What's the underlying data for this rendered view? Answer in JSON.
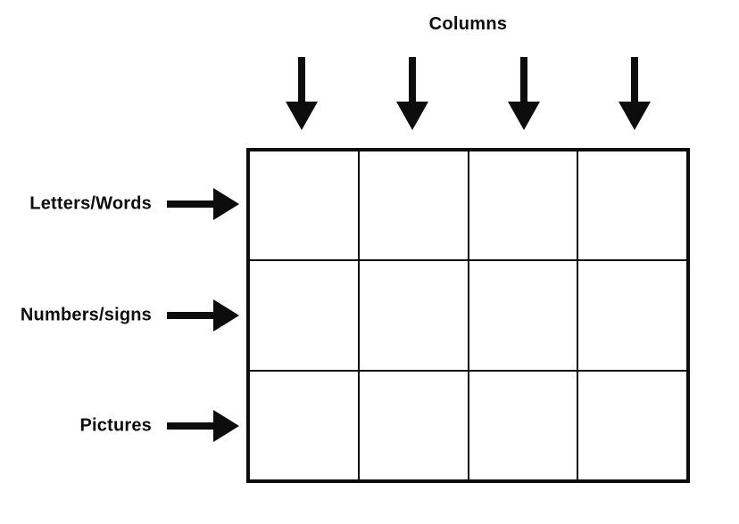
{
  "diagram": {
    "title": "Columns",
    "grid": {
      "columns": 4,
      "rows": 3
    },
    "row_labels": [
      {
        "label": "Letters/Words"
      },
      {
        "label": "Numbers/signs"
      },
      {
        "label": "Pictures"
      }
    ],
    "icons": {
      "column_arrow": "down-arrow-icon",
      "row_arrow": "right-arrow-icon"
    },
    "colors": {
      "ink": "#0d0d0d",
      "background": "#ffffff"
    }
  }
}
